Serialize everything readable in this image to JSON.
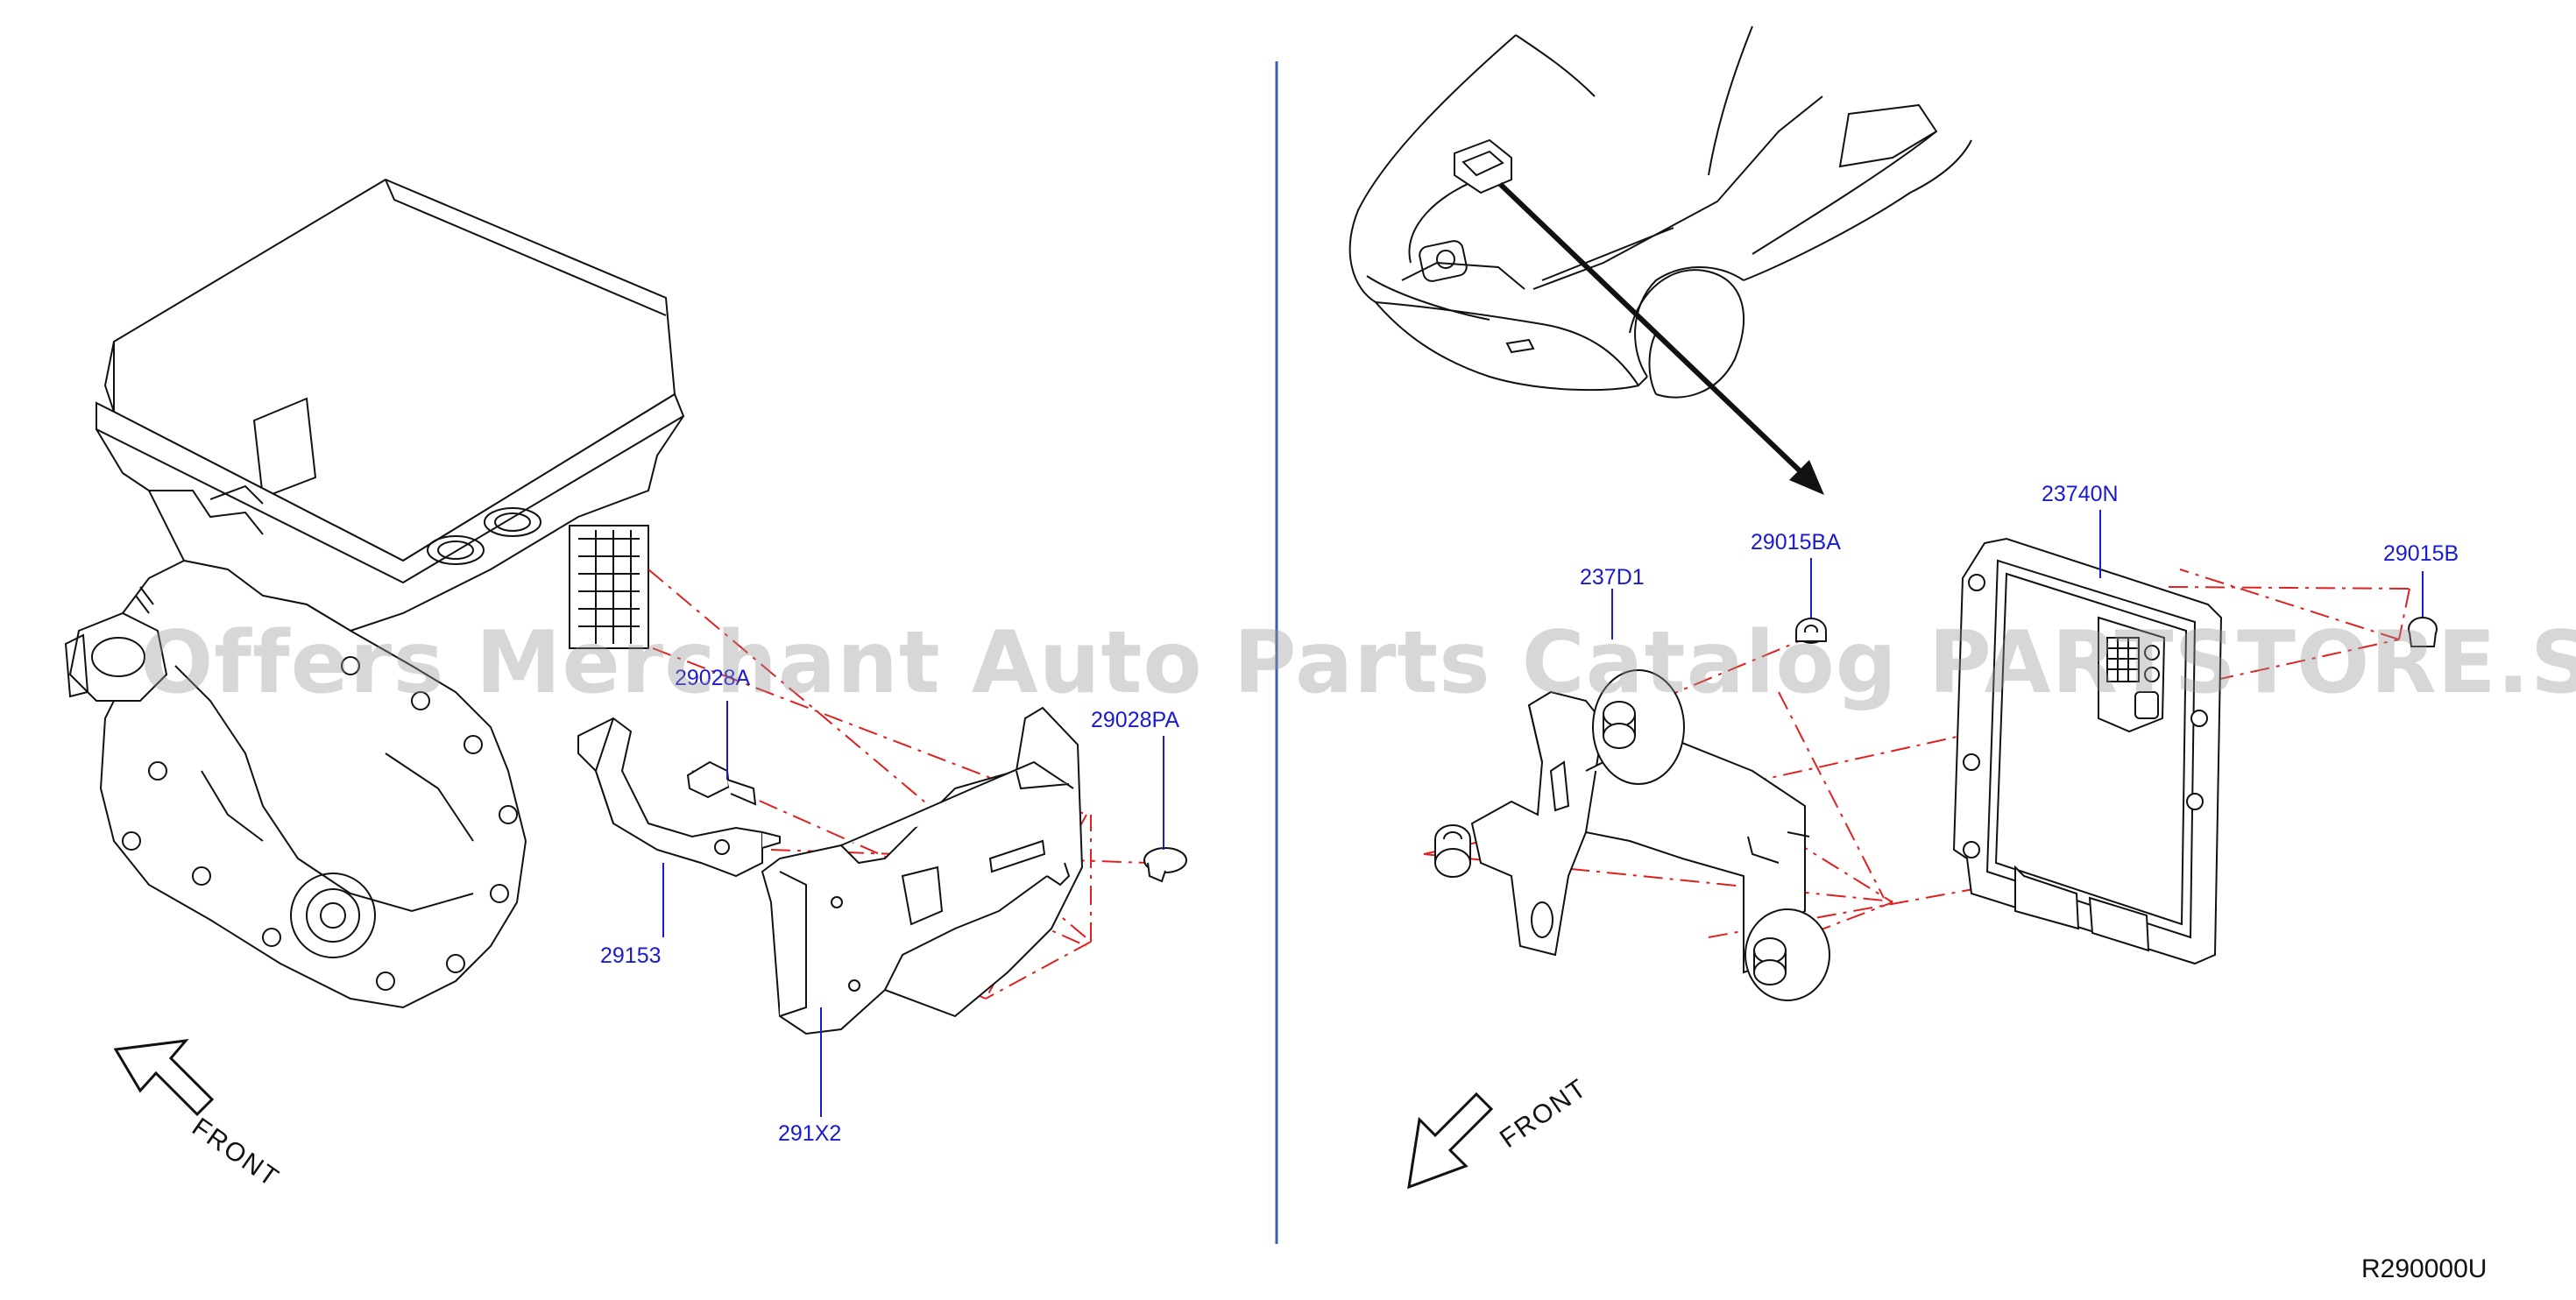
{
  "diagram": {
    "callouts": {
      "p29028a": "29028A",
      "p29028pa": "29028PA",
      "p29153": "29153",
      "p291x2": "291X2",
      "p237d1": "237D1",
      "p29015ba": "29015BA",
      "p23740n": "23740N",
      "p29015b": "29015B"
    },
    "front_label_left": "FRONT",
    "front_label_right": "FRONT",
    "reference_code": "R290000U",
    "watermark": "Offers Merchant Auto Parts Catalog PARTSTORE.SA",
    "colors": {
      "callout": "#1a1ad0",
      "leader": "#1a1ad0",
      "dashed_lines": "#e02020",
      "divider": "#3a5fb0",
      "linework": "#111111"
    }
  }
}
